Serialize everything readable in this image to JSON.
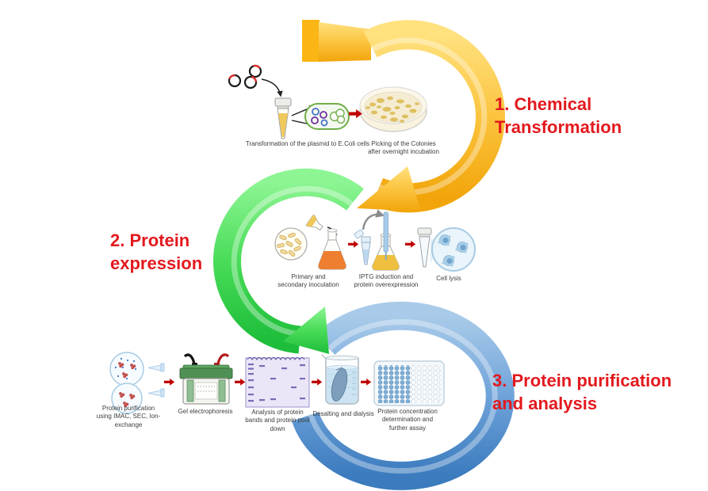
{
  "figure": {
    "background": "#FFFFFF",
    "steps": [
      {
        "id": 1,
        "label": "1. Chemical\nTransformation"
      },
      {
        "id": 2,
        "label": "2. Protein\nexpression"
      },
      {
        "id": 3,
        "label": "3. Protein purification\nand analysis"
      }
    ],
    "captions": {
      "transformation": "Transformation of the plasmid to E.Coli cells",
      "picking": "Picking of the Colonies\nafter overnight incubation",
      "inoculation": "Primary and\nsecondary inoculation",
      "iptg": "IPTG induction and\nprotein overexpression",
      "cell_lysis": "Cell lysis",
      "purification": "Protein purification\nusing IMAC, SEC, Ion-\nexchange",
      "gel": "Gel electrophoresis",
      "analysis": "Analysis of protein\nbands and protein pool\ndown",
      "desalting": "Desalting and dialysis",
      "concentration": "Protein concentration\ndetermination and\nfurther assay"
    },
    "colors": {
      "step_label": "#E3191E",
      "cycle_arrow_yellow": "#FBB615",
      "cycle_arrow_green": "#3ED450",
      "cycle_arrow_blue": "#5B9BD5",
      "process_arrow_red": "#C00000"
    }
  }
}
